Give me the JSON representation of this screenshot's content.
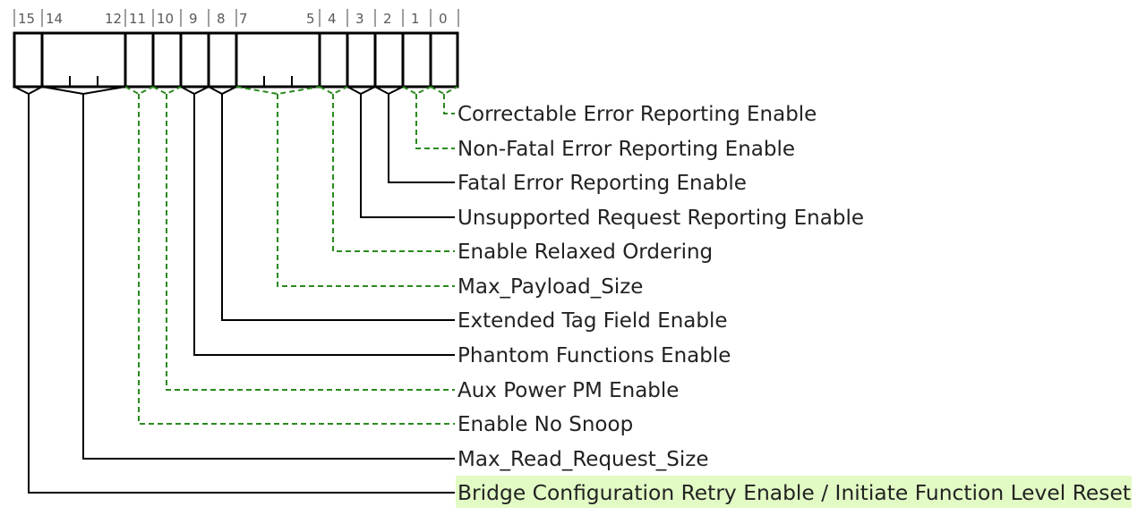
{
  "register": {
    "bit_labels": [
      "15",
      "14",
      "12",
      "11",
      "10",
      "9",
      "8",
      "7",
      "5",
      "4",
      "3",
      "2",
      "1",
      "0"
    ]
  },
  "fields": [
    {
      "id": "correctable-error-reporting-enable",
      "label": "Correctable Error Reporting Enable",
      "bits": "0",
      "style": "dashed"
    },
    {
      "id": "non-fatal-error-reporting-enable",
      "label": "Non-Fatal Error Reporting Enable",
      "bits": "1",
      "style": "dashed"
    },
    {
      "id": "fatal-error-reporting-enable",
      "label": "Fatal Error Reporting Enable",
      "bits": "2",
      "style": "solid"
    },
    {
      "id": "unsupported-request-reporting-enable",
      "label": "Unsupported Request Reporting Enable",
      "bits": "3",
      "style": "solid"
    },
    {
      "id": "enable-relaxed-ordering",
      "label": "Enable Relaxed Ordering",
      "bits": "4",
      "style": "dashed"
    },
    {
      "id": "max-payload-size",
      "label": "Max_Payload_Size",
      "bits": "7:5",
      "style": "dashed"
    },
    {
      "id": "extended-tag-field-enable",
      "label": "Extended Tag Field Enable",
      "bits": "8",
      "style": "solid"
    },
    {
      "id": "phantom-functions-enable",
      "label": "Phantom Functions Enable",
      "bits": "9",
      "style": "solid"
    },
    {
      "id": "aux-power-pm-enable",
      "label": "Aux Power PM Enable",
      "bits": "10",
      "style": "dashed"
    },
    {
      "id": "enable-no-snoop",
      "label": "Enable No Snoop",
      "bits": "11",
      "style": "dashed"
    },
    {
      "id": "max-read-request-size",
      "label": "Max_Read_Request_Size",
      "bits": "14:12",
      "style": "solid"
    },
    {
      "id": "bridge-config-retry-enable",
      "label": "Bridge Configuration Retry Enable / Initiate Function Level Reset",
      "bits": "15",
      "style": "solid",
      "highlight": true
    }
  ],
  "colors": {
    "solid_line": "#000000",
    "dashed_line": "#2a8a1d",
    "highlight": "#e2fbc5"
  }
}
